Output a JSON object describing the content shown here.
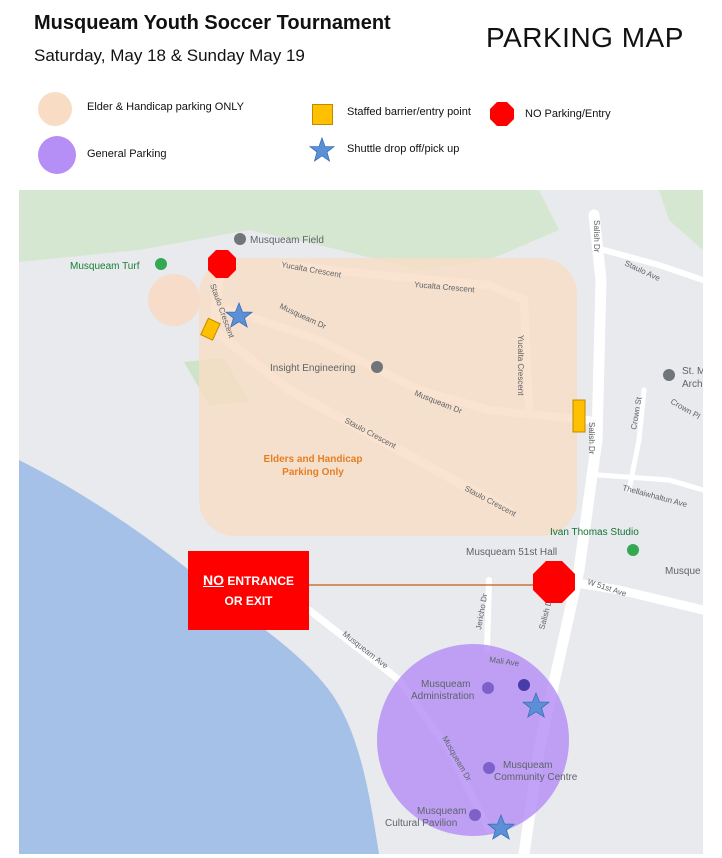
{
  "header": {
    "title": "Musqueam Youth Soccer Tournament",
    "subtitle": "Saturday, May 18 & Sunday May 19",
    "map_title": "PARKING MAP"
  },
  "legend": {
    "elder": "Elder & Handicap parking ONLY",
    "general": "General Parking",
    "barrier": "Staffed barrier/entry point",
    "shuttle": "Shuttle drop off/pick up",
    "no_parking": "NO Parking/Entry"
  },
  "map": {
    "places": {
      "field": "Musqueam Field",
      "turf": "Musqueam Turf",
      "insight": "Insight Engineering",
      "hall": "Musqueam 51st Hall",
      "ivan": "Ivan Thomas Studio",
      "admin_1": "Musqueam",
      "admin_2": "Administration",
      "community_1": "Musqueam",
      "community_2": "Community Centre",
      "cultural_1": "Musqueam",
      "cultural_2": "Cultural Pavilion",
      "st_m": "St. M",
      "arch": "Arch",
      "musque": "Musque"
    },
    "streets": {
      "yucalta_1": "Yucalta Crescent",
      "yucalta_2": "Yucalta Crescent",
      "yucalta_3": "Yucalta Crescent",
      "musqueam_dr_1": "Musqueam Dr",
      "musqueam_dr_2": "Musqueam Dr",
      "musqueam_dr_3": "Musqueam Dr",
      "staulo_1": "Staulo Crescent",
      "staulo_2": "Staulo Crescent",
      "staulo_3": "Staulo Crescent",
      "staulo_ave": "Staulo Ave",
      "salish_1": "Salish Dr",
      "salish_2": "Salish Dr",
      "salish_3": "Salish Dr",
      "crown_st": "Crown St",
      "crown_pl": "Crown Pl",
      "thellai": "Thellaiwhaltun Ave",
      "w51": "W 51st Ave",
      "jericho": "Jericho Dr",
      "mali": "Mali Ave",
      "musqueam_ave": "Musqueam Ave"
    },
    "elder_zone_label_1": "Elders and Handicap",
    "elder_zone_label_2": "Parking Only"
  },
  "no_entry": {
    "no": "NO",
    "rest_1": " ENTRANCE",
    "rest_2": "OR EXIT"
  },
  "colors": {
    "elder": "#f8dcc4",
    "general": "#b58ff5",
    "barrier": "#ffc000",
    "no_parking": "#ff0000",
    "shuttle": "#5b8fd6",
    "water": "#a6c1e8",
    "land": "#e8eaed",
    "green": "#d6e7d1"
  }
}
